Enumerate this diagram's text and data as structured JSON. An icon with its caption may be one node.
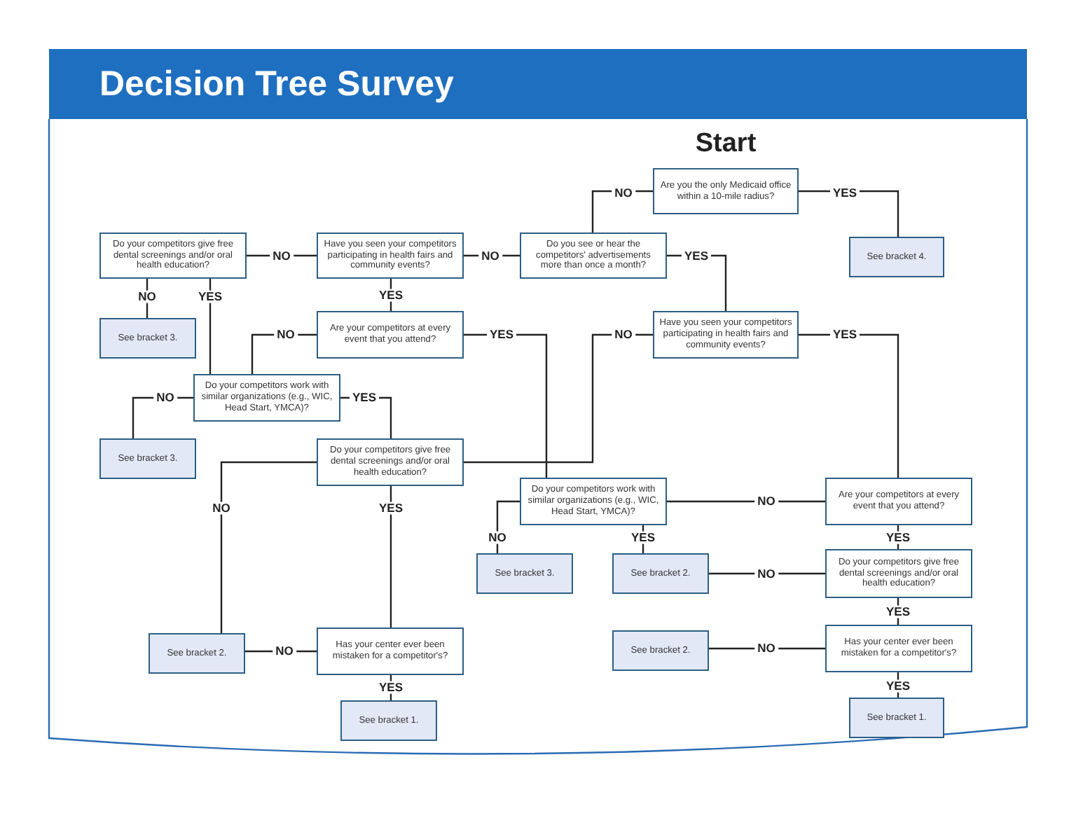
{
  "diagram": {
    "title": "Decision Tree Survey",
    "nodes": [
      {
        "text": [
          "Are you the only Medicaid office within a 10-mile radius?"
        ]
      },
      {
        "text": [
          "See bracket 4."
        ]
      },
      {
        "text": [
          "Do you see or hear the competitors' advertisements more than once a month?"
        ]
      },
      {
        "text": [
          "Have you seen your competitors participating in health fairs and community events?"
        ]
      },
      {
        "text": [
          "Do your competitors give free dental screenings and/or oral health education?"
        ]
      },
      {
        "text": [
          "See bracket 3."
        ]
      },
      {
        "text": [
          "Are your competitors at every event that you attend?"
        ]
      },
      {
        "text": [
          "Have you seen your competitors participating in health fairs and community events?"
        ]
      },
      {
        "text": [
          "Do your competitors work with similar organizations (e.g., WIC, Head Start, YMCA)?"
        ]
      },
      {
        "text": [
          "See bracket 3."
        ]
      },
      {
        "text": [
          "Do your competitors give free dental screenings and/or oral health education?"
        ]
      },
      {
        "text": [
          "Do your competitors work with similar organizations (e.g., WIC, Head Start, YMCA)?"
        ]
      },
      {
        "text": [
          "Are your competitors at every event that you attend?"
        ]
      },
      {
        "text": [
          "See bracket 2."
        ]
      },
      {
        "text": [
          "Has your center ever been mistaken for a competitor's?"
        ]
      },
      {
        "text": [
          "See bracket 1."
        ]
      },
      {
        "text": [
          "See bracket 3."
        ]
      },
      {
        "text": [
          "See bracket 2."
        ]
      },
      {
        "text": [
          "Do your competitors give free dental screenings and/or oral health education?"
        ]
      },
      {
        "text": [
          "See bracket 2."
        ]
      },
      {
        "text": [
          "Has your center ever been mistaken for a competitor's?"
        ]
      },
      {
        "text": [
          "See bracket 1."
        ]
      }
    ],
    "edges": [
      {
        "from": 0,
        "to": 1,
        "label": "YES",
        "arrow": "none"
      },
      {
        "from": 0,
        "to": 2,
        "label": "NO",
        "arrow": "none"
      },
      {
        "from": 2,
        "to": 3,
        "label": "NO",
        "arrow": "none"
      },
      {
        "from": 2,
        "to": 7,
        "label": "YES",
        "arrow": "none"
      },
      {
        "from": 3,
        "to": 4,
        "label": "NO",
        "arrow": "none"
      },
      {
        "from": 3,
        "to": 6,
        "label": "YES",
        "arrow": "none"
      },
      {
        "from": 4,
        "to": 5,
        "label": "NO",
        "arrow": "none"
      },
      {
        "from": 4,
        "to": 8,
        "label": "YES",
        "arrow": "none"
      },
      {
        "from": 6,
        "to": 8,
        "label": "NO",
        "arrow": "none"
      },
      {
        "from": 6,
        "to": 11,
        "label": "YES",
        "arrow": "none"
      },
      {
        "from": 7,
        "to": 10,
        "label": "NO",
        "arrow": "none"
      },
      {
        "from": 7,
        "to": 12,
        "label": "YES",
        "arrow": "none"
      },
      {
        "from": 8,
        "to": 9,
        "label": "NO",
        "arrow": "none"
      },
      {
        "from": 8,
        "to": 10,
        "label": "YES",
        "arrow": "none"
      },
      {
        "from": 10,
        "to": 13,
        "label": "NO",
        "arrow": "none"
      },
      {
        "from": 10,
        "to": 14,
        "label": "YES",
        "arrow": "none"
      },
      {
        "from": 11,
        "to": 16,
        "label": "NO",
        "arrow": "none"
      },
      {
        "from": 11,
        "to": 17,
        "label": "YES",
        "arrow": "none"
      },
      {
        "from": 12,
        "to": 11,
        "label": "NO",
        "arrow": "none"
      },
      {
        "from": 12,
        "to": 18,
        "label": "YES",
        "arrow": "none"
      },
      {
        "from": 18,
        "to": 17,
        "label": "NO",
        "arrow": "none"
      },
      {
        "from": 18,
        "to": 20,
        "label": "YES",
        "arrow": "none"
      },
      {
        "from": 20,
        "to": 19,
        "label": "NO",
        "arrow": "none"
      },
      {
        "from": 20,
        "to": 21,
        "label": "YES",
        "arrow": "none"
      },
      {
        "from": 14,
        "to": 13,
        "label": "NO",
        "arrow": "none"
      },
      {
        "from": 14,
        "to": 15,
        "label": "YES",
        "arrow": "none"
      }
    ],
    "labels": [
      "Start"
    ]
  }
}
